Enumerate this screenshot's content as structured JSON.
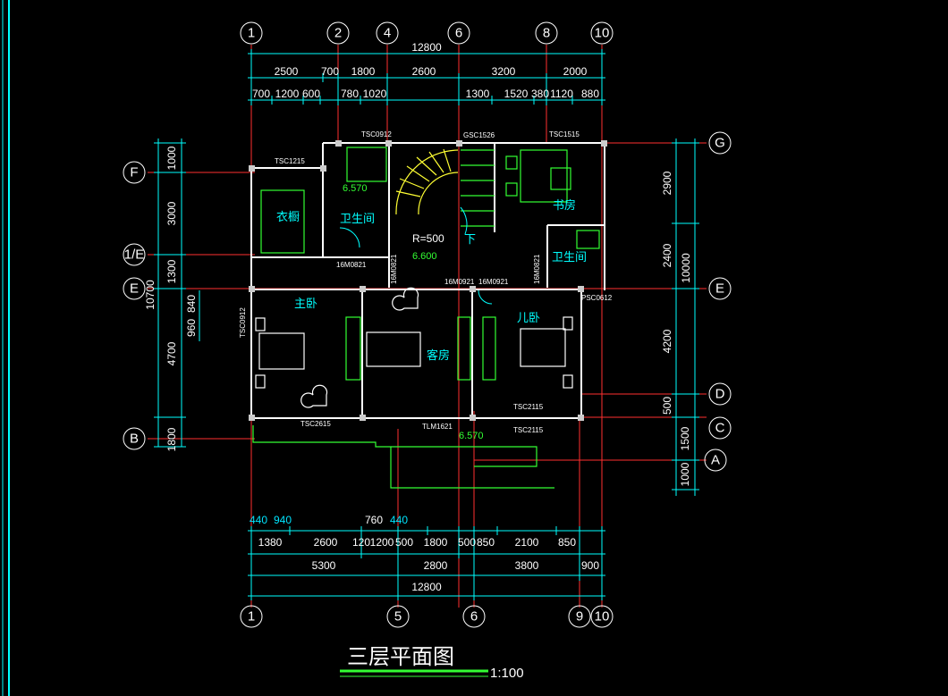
{
  "drawing": {
    "title": "三层平面图",
    "scale": "1:100",
    "colors": {
      "background": "#000000",
      "wall": "#ffffff",
      "axis": "#ff3030",
      "dimension": "#00ffff",
      "furniture": "#33ff33",
      "stair": "#ffff00"
    }
  },
  "axes_top": [
    "1",
    "2",
    "4",
    "6",
    "8",
    "10"
  ],
  "axes_bottom": [
    "1",
    "5",
    "6",
    "9",
    "10"
  ],
  "axes_left": [
    "F",
    "1/E",
    "E",
    "B"
  ],
  "axes_right": [
    "G",
    "E",
    "D",
    "C",
    "A"
  ],
  "dims_top": {
    "total": "12800",
    "row2": [
      "2500",
      "700",
      "1800",
      "2600",
      "3200",
      "2000"
    ],
    "row3": [
      "700",
      "1200",
      "600",
      "780",
      "1020",
      "1300",
      "1520",
      "380",
      "1120",
      "880"
    ]
  },
  "dims_bottom": {
    "row1_cyan": [
      "440",
      "940",
      "760",
      "440"
    ],
    "row2": [
      "1380",
      "2600",
      "120",
      "1200",
      "500",
      "1800",
      "500",
      "850",
      "2100",
      "850"
    ],
    "row3": [
      "5300",
      "2800",
      "3800",
      "900"
    ],
    "total": "12800"
  },
  "dims_left": {
    "segments": [
      "1000",
      "3000",
      "1300",
      "840",
      "960",
      "4700",
      "1800"
    ],
    "total": "10700"
  },
  "dims_right": {
    "segments": [
      "2900",
      "2400",
      "4200",
      "500",
      "1500",
      "1000"
    ],
    "total": "10000"
  },
  "rooms": [
    "衣橱",
    "卫生间",
    "书房",
    "卫生间",
    "主卧",
    "客房",
    "儿卧"
  ],
  "labels": {
    "windows": [
      "TSC1215",
      "TSC0912",
      "GSC1526",
      "TSC1515",
      "TSC0912",
      "TSC2615",
      "TLM1621",
      "TSC2115",
      "TSC2115",
      "PSC0612"
    ],
    "doors": [
      "16M0821",
      "16M0821",
      "16M0921",
      "16M0921",
      "16M0821"
    ],
    "radius": "R=500",
    "down": "下",
    "levels": [
      "6.570",
      "6.600",
      "6.570"
    ]
  }
}
